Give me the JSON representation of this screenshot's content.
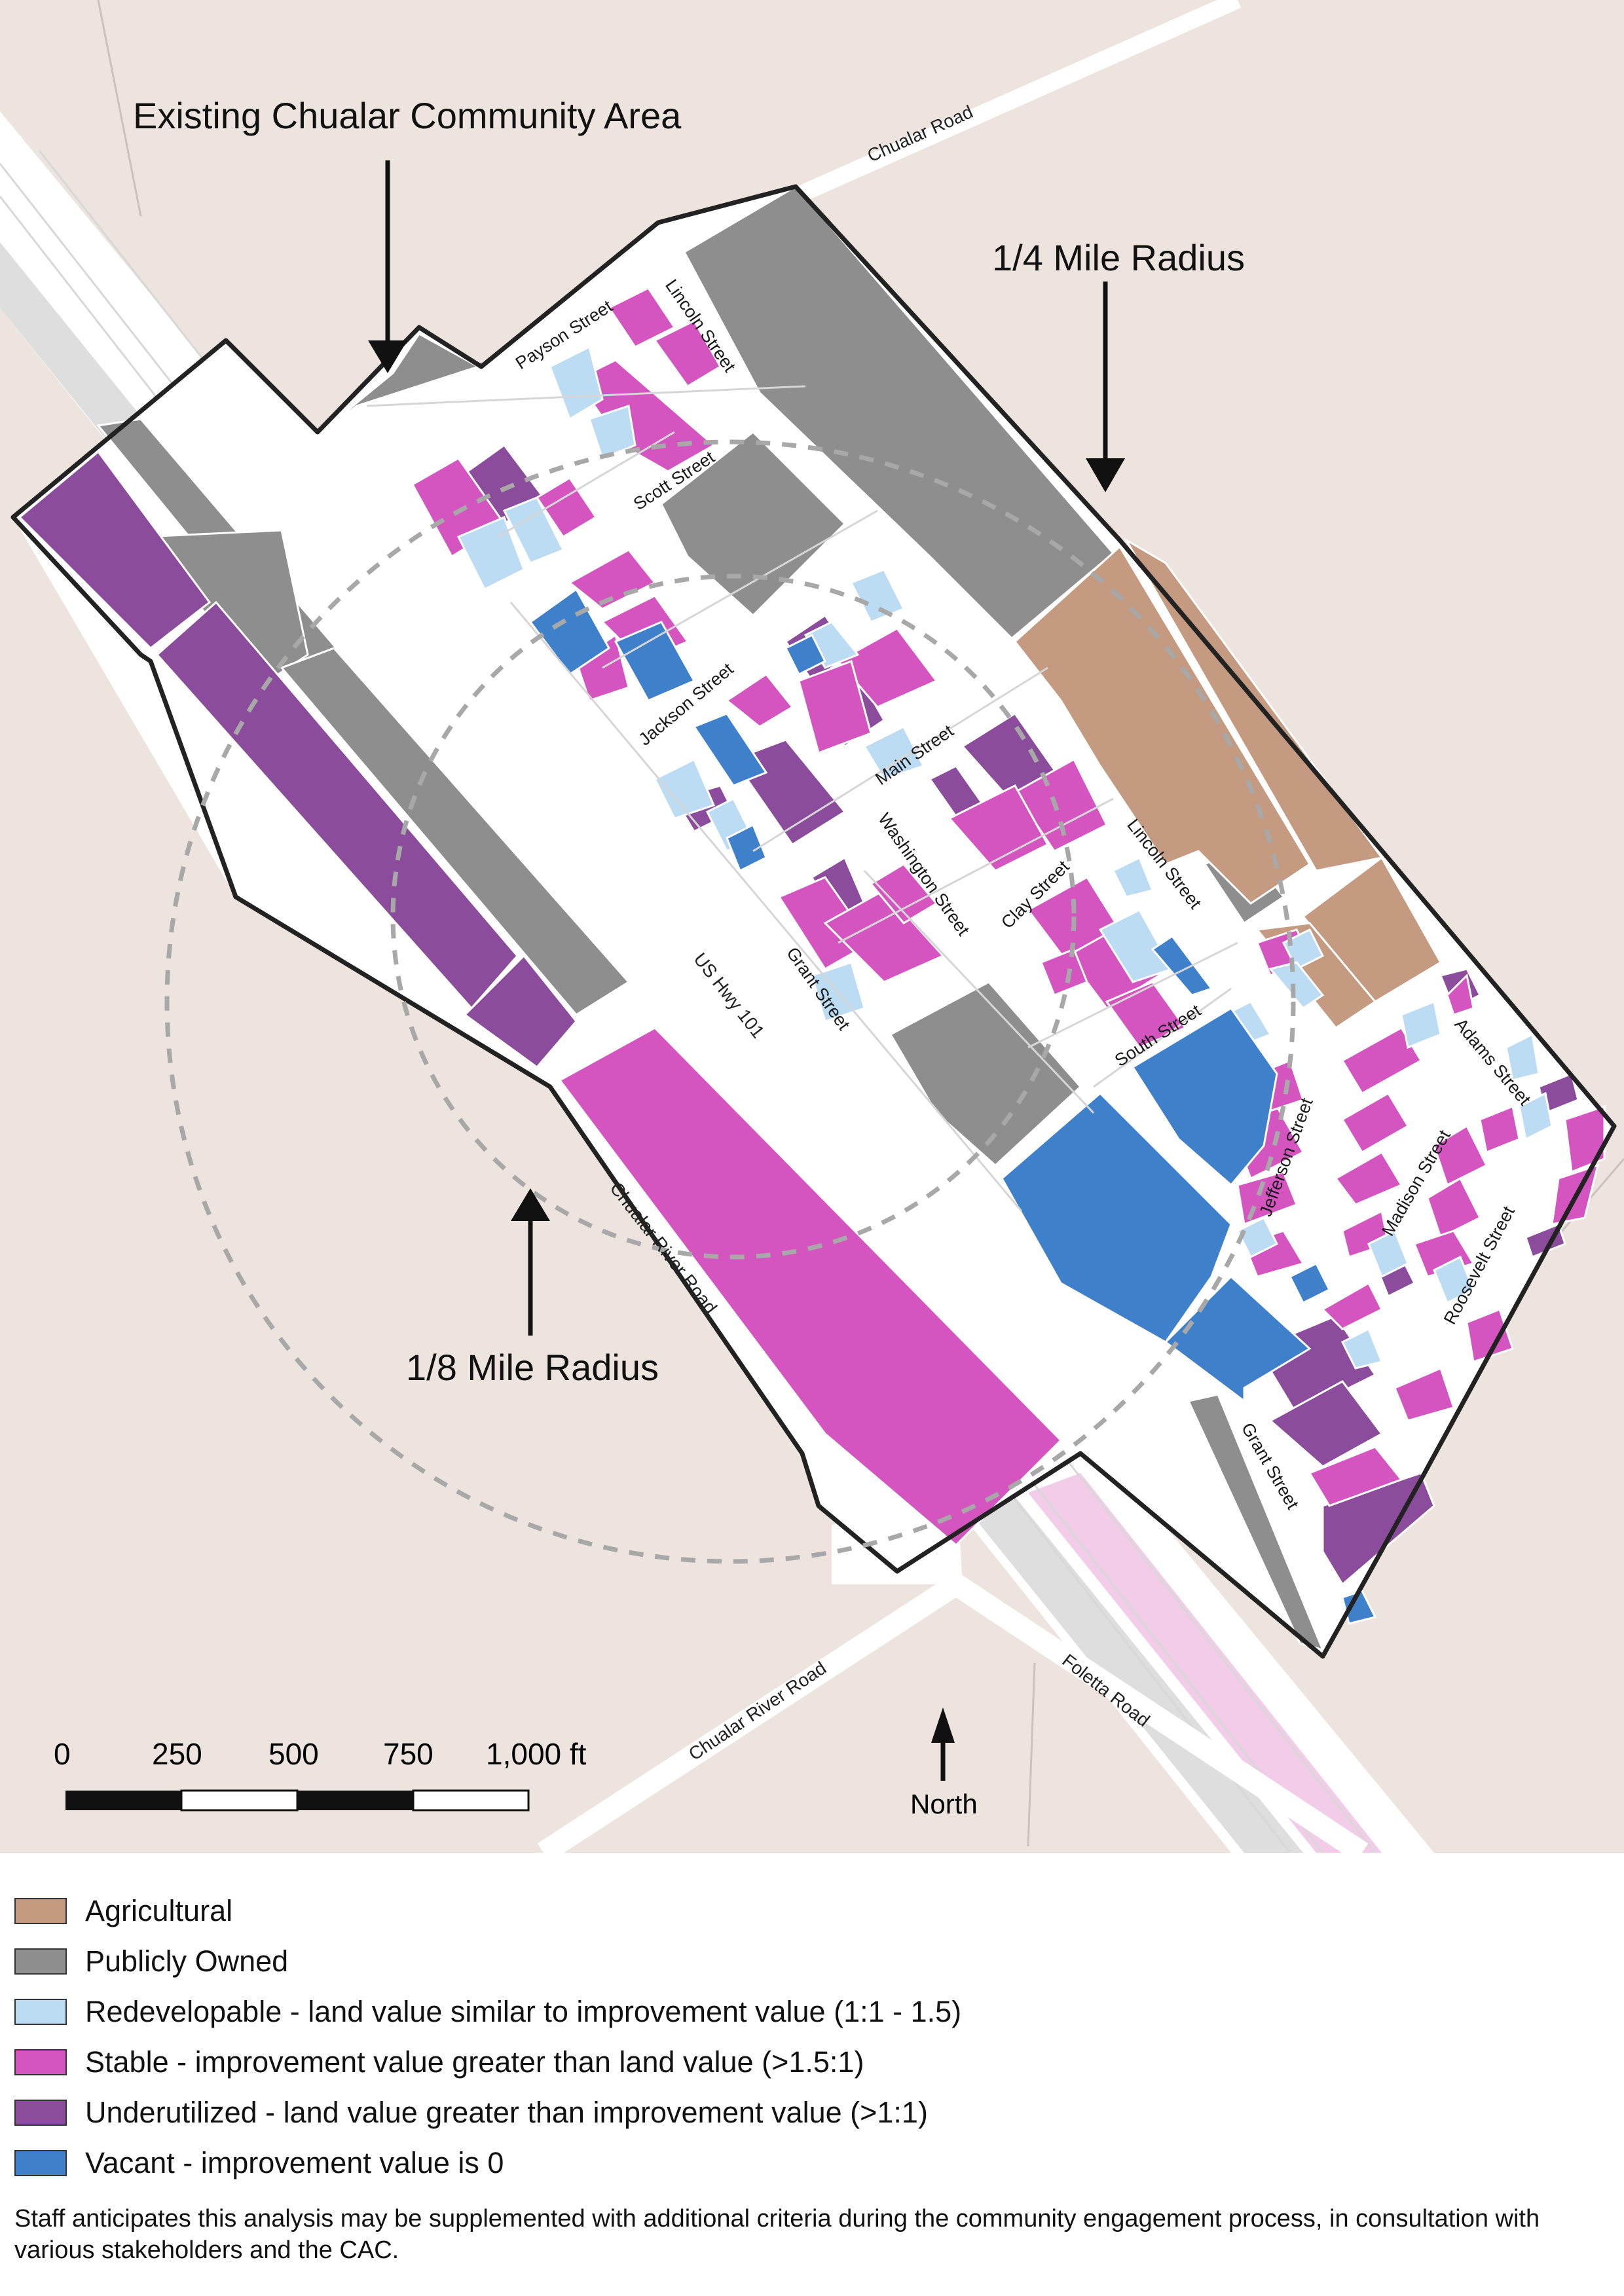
{
  "map": {
    "annotations": {
      "existing_area": "Existing Chualar Community Area",
      "quarter_mile": "1/4 Mile Radius",
      "eighth_mile": "1/8 Mile Radius"
    },
    "roads": {
      "chualar_road": "Chualar Road",
      "us_hwy_101": "US Hwy 101",
      "chualar_river_road": "Chualar River Road",
      "chualar_river_road_south": "Chualar River Road",
      "foletta_road": "Foletta Road"
    },
    "streets": {
      "payson": "Payson Street",
      "lincoln_north": "Lincoln Street",
      "scott": "Scott Street",
      "jackson": "Jackson Street",
      "main": "Main Street",
      "washington": "Washington Street",
      "clay": "Clay Street",
      "lincoln": "Lincoln Street",
      "grant": "Grant Street",
      "south": "South Street",
      "jefferson": "Jefferson Street",
      "madison": "Madison Street",
      "adams": "Adams Street",
      "roosevelt": "Roosevelt Street",
      "grant_south": "Grant Street"
    },
    "scale_bar": {
      "labels": [
        "0",
        "250",
        "500",
        "750",
        "1,000 ft"
      ]
    },
    "north_label": "North",
    "icons": [
      "north-arrow-icon",
      "down-arrow-icon",
      "up-arrow-icon"
    ]
  },
  "colors": {
    "agricultural": "#c49a80",
    "publicly_owned": "#8e8e8e",
    "redevelopable": "#bcdcf3",
    "stable": "#d455c0",
    "underutilized": "#8b4c9c",
    "vacant": "#3f80cb",
    "background": "#ede3df"
  },
  "legend": [
    {
      "key": "agricultural",
      "label": "Agricultural"
    },
    {
      "key": "publicly_owned",
      "label": "Publicly Owned"
    },
    {
      "key": "redevelopable",
      "label": "Redevelopable - land value similar to improvement value (1:1 - 1.5)"
    },
    {
      "key": "stable",
      "label": "Stable - improvement value greater than land value (>1.5:1)"
    },
    {
      "key": "underutilized",
      "label": "Underutilized - land value greater than improvement value (>1:1)"
    },
    {
      "key": "vacant",
      "label": "Vacant - improvement value is 0"
    }
  ],
  "footnote": "Staff anticipates this analysis may be supplemented with additional criteria during the community engagement process, in consultation with various stakeholders and the CAC."
}
